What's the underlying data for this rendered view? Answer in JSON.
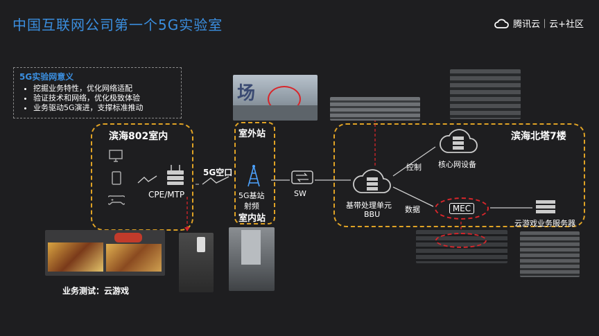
{
  "title": "中国互联网公司第一个5G实验室",
  "logo": {
    "text": "腾讯云｜云+社区"
  },
  "meaning": {
    "title": "5G实验网意义",
    "items": [
      "挖掘业务特性，优化网络适配",
      "验证技术和网络，优化极致体验",
      "业务驱动5G演进，支撑标准推动"
    ]
  },
  "sections": {
    "indoor802": "滨海802室内",
    "outdoor": "室外站",
    "indoor_station": "室内站",
    "north_tower": "滨海北塔7楼"
  },
  "nodes": {
    "cpe": "CPE/MTP",
    "air": "5G空口",
    "base_station": "5G基站",
    "rf": "射频",
    "sw": "SW",
    "bbu_line1": "基带处理单元",
    "bbu_line2": "BBU",
    "core": "核心网设备",
    "mec": "MEC",
    "game_server": "云游戏业务服务器"
  },
  "links": {
    "control": "控制",
    "data": "数据"
  },
  "caption": "业务测试：云游戏",
  "photo_text": "场",
  "colors": {
    "title": "#3b8fe0",
    "accent": "#e0a325",
    "red": "#d8262b",
    "background": "#1e1e20"
  }
}
